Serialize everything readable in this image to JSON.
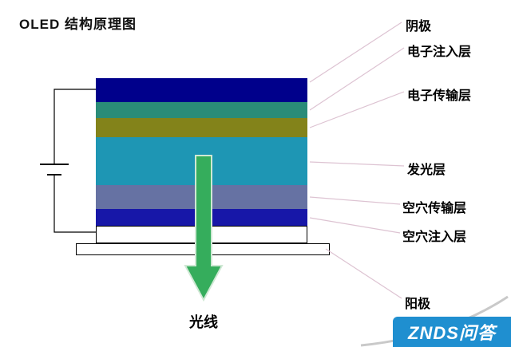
{
  "title": "OLED 结构原理图",
  "diagram": {
    "layers": [
      {
        "label": "阴极",
        "color": "#00008b"
      },
      {
        "label": "电子注入层",
        "color": "#2a8c78"
      },
      {
        "label": "电子传输层",
        "color": "#83831a"
      },
      {
        "label": "发光层",
        "color": "#1e96b4"
      },
      {
        "label": "空穴传输层",
        "color": "#6672a3"
      },
      {
        "label": "空穴注入层",
        "color": "#1717a8"
      },
      {
        "label": "阳极",
        "color": "#ffffff"
      }
    ],
    "light_label": "光线",
    "arrow_color": "#35ad5c",
    "line_color": "#ddc3d2",
    "wire_color": "#000000"
  },
  "watermark": {
    "text": "ZNDS问答",
    "bg": "#1f8fd0"
  }
}
